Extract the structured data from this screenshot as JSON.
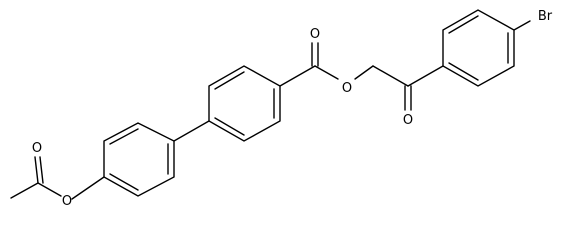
{
  "molecule": {
    "atom_labels": {
      "o_acetyl_carbonyl": "O",
      "o_acetyl_ester": "O",
      "o_benzoate_carbonyl": "O",
      "o_benzoate_ester": "O",
      "o_ketone": "O",
      "br": "Br"
    },
    "colors": {
      "bond": "#000000",
      "label": "#000000",
      "background": "#ffffff"
    }
  }
}
